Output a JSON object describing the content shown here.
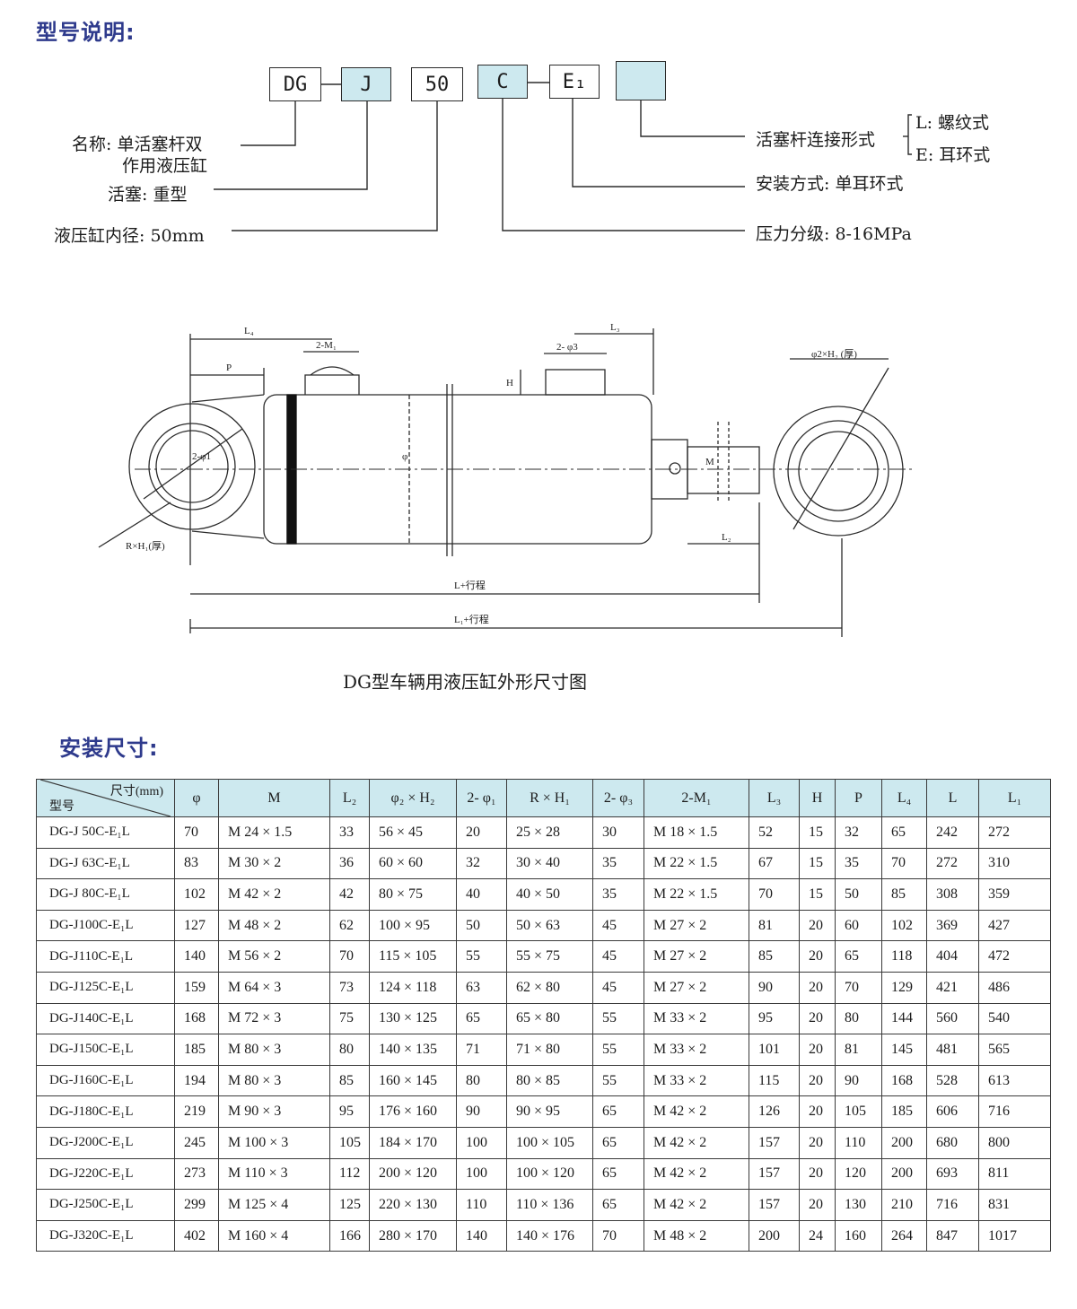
{
  "section1": {
    "heading": "型号说明:"
  },
  "code_boxes": [
    "DG",
    "J",
    "50",
    "C",
    "E₁",
    ""
  ],
  "legend_left": {
    "name_line1": "名称: 单活塞杆双",
    "name_line2": "作用液压缸",
    "piston": "活塞: 重型",
    "bore": "液压缸内径: 50mm"
  },
  "legend_right": {
    "rod_connection": "活塞杆连接形式",
    "rod_option_l": "L: 螺纹式",
    "rod_option_e": "E: 耳环式",
    "mounting": "安装方式: 单耳环式",
    "pressure": "压力分级: 8-16MPa"
  },
  "drawing": {
    "labels": {
      "L4": "L₄",
      "P": "P",
      "M1": "2-M₁",
      "L3": "L₃",
      "phi3": "2- φ3",
      "H": "H",
      "phi2H2": "φ2×H₂ (厚)",
      "phi1": "2-φ1",
      "RH1": "R×H₁(厚)",
      "phi": "φ",
      "M": "M",
      "L2": "L₂",
      "L_stroke": "L+行程",
      "L1_stroke": "L₁+行程"
    },
    "caption": "DG型车辆用液压缸外形尺寸图"
  },
  "section2": {
    "heading": "安装尺寸:"
  },
  "table": {
    "corner_top": "尺寸(mm)",
    "corner_bottom": "型号",
    "columns": [
      "φ",
      "M",
      "L₂",
      "φ₂ × H₂",
      "2- φ₁",
      "R × H₁",
      "2- φ₃",
      "2-M₁",
      "L₃",
      "H",
      "P",
      "L₄",
      "L",
      "L₁"
    ],
    "rows": [
      [
        "DG-J 50C-E₁L",
        "70",
        "M 24 × 1.5",
        "33",
        "56 × 45",
        "20",
        "25 × 28",
        "30",
        "M 18 × 1.5",
        "52",
        "15",
        "32",
        "65",
        "242",
        "272"
      ],
      [
        "DG-J 63C-E₁L",
        "83",
        "M 30 × 2",
        "36",
        "60 × 60",
        "32",
        "30 × 40",
        "35",
        "M 22 × 1.5",
        "67",
        "15",
        "35",
        "70",
        "272",
        "310"
      ],
      [
        "DG-J 80C-E₁L",
        "102",
        "M 42 × 2",
        "42",
        "80 × 75",
        "40",
        "40 × 50",
        "35",
        "M 22 × 1.5",
        "70",
        "15",
        "50",
        "85",
        "308",
        "359"
      ],
      [
        "DG-J100C-E₁L",
        "127",
        "M 48 × 2",
        "62",
        "100 × 95",
        "50",
        "50 × 63",
        "45",
        "M 27 × 2",
        "81",
        "20",
        "60",
        "102",
        "369",
        "427"
      ],
      [
        "DG-J110C-E₁L",
        "140",
        "M 56 × 2",
        "70",
        "115 × 105",
        "55",
        "55 × 75",
        "45",
        "M 27 × 2",
        "85",
        "20",
        "65",
        "118",
        "404",
        "472"
      ],
      [
        "DG-J125C-E₁L",
        "159",
        "M 64 × 3",
        "73",
        "124 × 118",
        "63",
        "62 × 80",
        "45",
        "M 27 × 2",
        "90",
        "20",
        "70",
        "129",
        "421",
        "486"
      ],
      [
        "DG-J140C-E₁L",
        "168",
        "M 72 × 3",
        "75",
        "130 × 125",
        "65",
        "65 × 80",
        "55",
        "M 33 × 2",
        "95",
        "20",
        "80",
        "144",
        "560",
        "540"
      ],
      [
        "DG-J150C-E₁L",
        "185",
        "M 80 × 3",
        "80",
        "140 × 135",
        "71",
        "71 × 80",
        "55",
        "M 33 × 2",
        "101",
        "20",
        "81",
        "145",
        "481",
        "565"
      ],
      [
        "DG-J160C-E₁L",
        "194",
        "M 80 × 3",
        "85",
        "160 × 145",
        "80",
        "80 × 85",
        "55",
        "M 33 × 2",
        "115",
        "20",
        "90",
        "168",
        "528",
        "613"
      ],
      [
        "DG-J180C-E₁L",
        "219",
        "M 90 × 3",
        "95",
        "176 × 160",
        "90",
        "90 × 95",
        "65",
        "M 42 × 2",
        "126",
        "20",
        "105",
        "185",
        "606",
        "716"
      ],
      [
        "DG-J200C-E₁L",
        "245",
        "M 100 × 3",
        "105",
        "184 × 170",
        "100",
        "100 × 105",
        "65",
        "M 42 × 2",
        "157",
        "20",
        "110",
        "200",
        "680",
        "800"
      ],
      [
        "DG-J220C-E₁L",
        "273",
        "M 110 × 3",
        "112",
        "200 × 120",
        "100",
        "100 × 120",
        "65",
        "M 42 × 2",
        "157",
        "20",
        "120",
        "200",
        "693",
        "811"
      ],
      [
        "DG-J250C-E₁L",
        "299",
        "M 125 × 4",
        "125",
        "220 × 130",
        "110",
        "110 × 136",
        "65",
        "M 42 × 2",
        "157",
        "20",
        "130",
        "210",
        "716",
        "831"
      ],
      [
        "DG-J320C-E₁L",
        "402",
        "M 160 × 4",
        "166",
        "280 × 170",
        "140",
        "140 × 176",
        "70",
        "M 48 × 2",
        "200",
        "24",
        "160",
        "264",
        "847",
        "1017"
      ]
    ]
  }
}
